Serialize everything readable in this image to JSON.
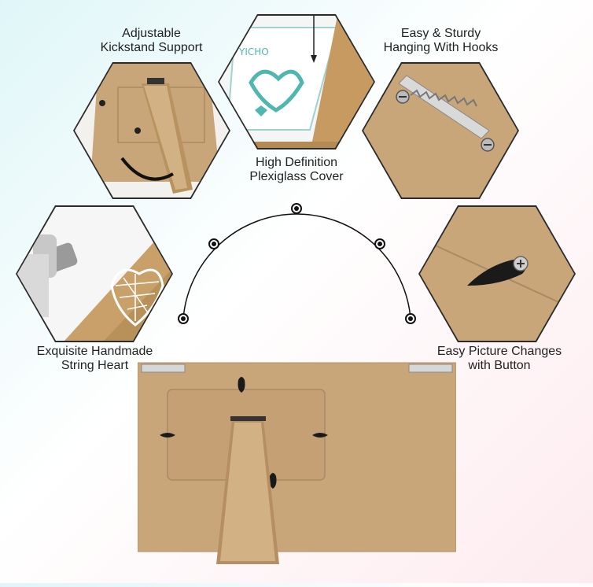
{
  "features": [
    {
      "id": "kickstand",
      "label": "Adjustable\nKickstand Support",
      "icon": "kickstand-photo"
    },
    {
      "id": "plexiglass",
      "label": "High Definition\nPlexiglass Cover",
      "icon": "plexiglass-photo"
    },
    {
      "id": "hooks",
      "label": "Easy & Sturdy\nHanging With Hooks",
      "icon": "sawtooth-hook-photo"
    },
    {
      "id": "string-heart",
      "label": "Exquisite Handmade\nString Heart",
      "icon": "string-heart-photo"
    },
    {
      "id": "button",
      "label": "Easy Picture Changes\nwith Button",
      "icon": "turn-button-photo"
    }
  ],
  "colors": {
    "board": "#c9a67a",
    "board_dark": "#b58e62",
    "wood": "#c9a06a",
    "outline": "#2b2b2b",
    "metal": "#d7d7d7"
  }
}
